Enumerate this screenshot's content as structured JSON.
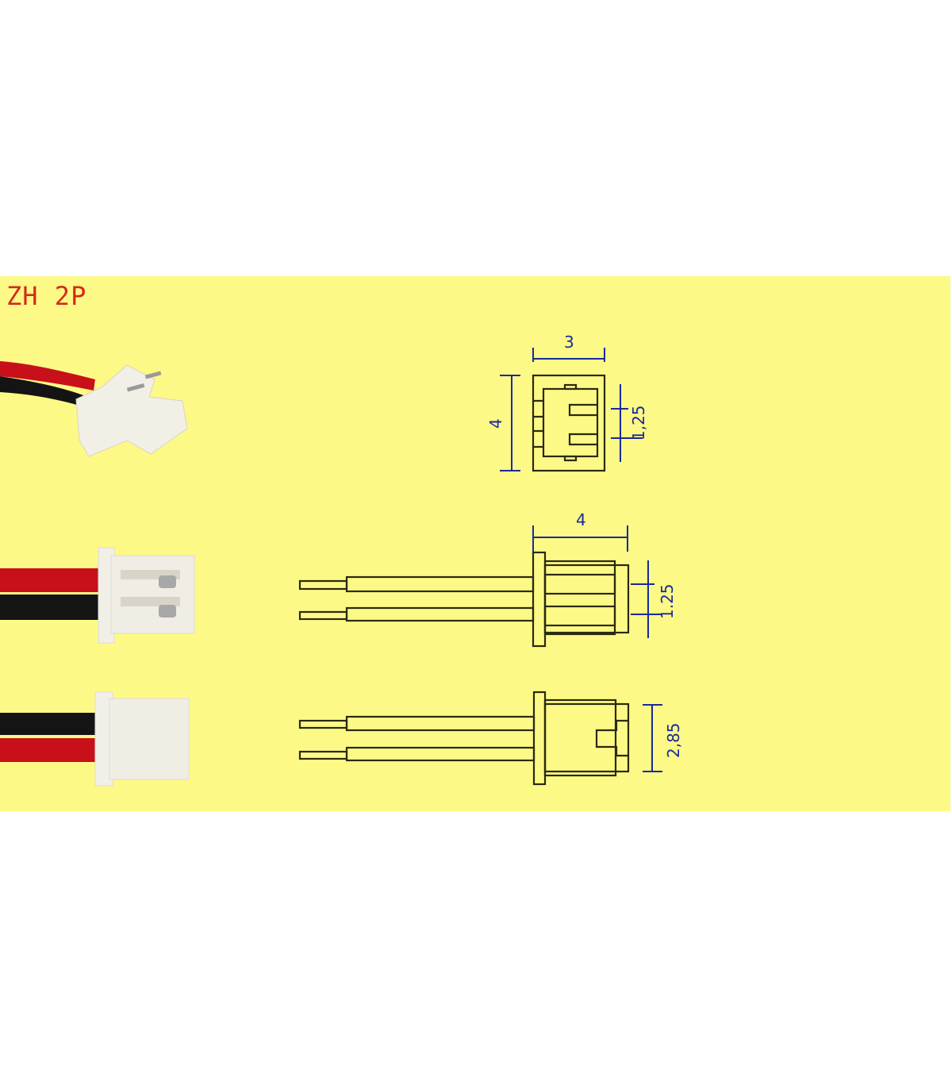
{
  "title": "ZH 2P",
  "colors": {
    "background": "#fdf986",
    "title": "#d42a1a",
    "dimension": "#1a2a9a",
    "outline": "#2a2a10",
    "wire_red": "#c8101a",
    "wire_black": "#141414",
    "housing": "#f2efe6"
  },
  "front_view": {
    "width_label": "3",
    "height_label": "4",
    "pitch_label": "1,25"
  },
  "side_view": {
    "length_label": "4",
    "pitch_label": "1.25"
  },
  "bottom_view": {
    "height_label": "2,85"
  },
  "photos": [
    "connector-angled-photo",
    "connector-top-photo",
    "connector-bottom-photo"
  ]
}
